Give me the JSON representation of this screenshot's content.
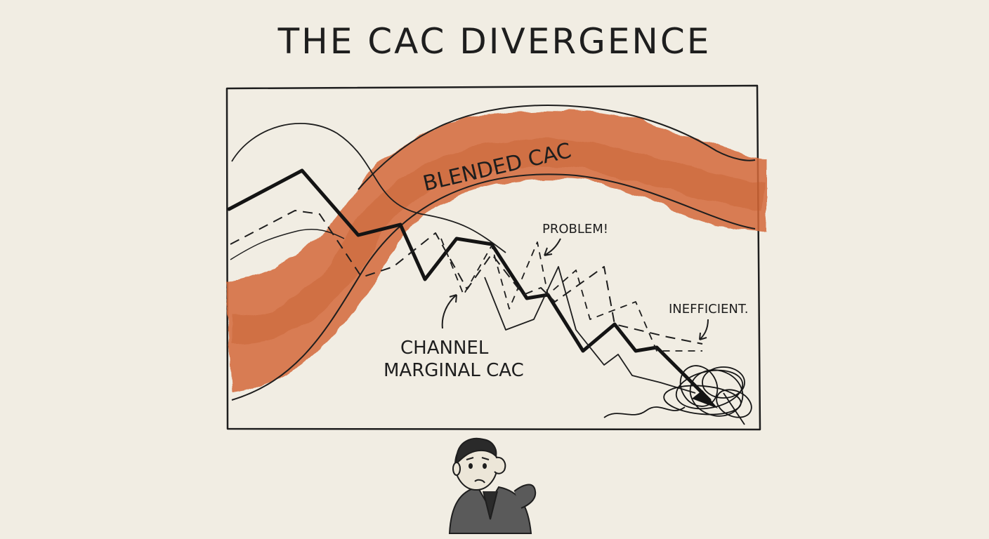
{
  "title": "THE CAC DIVERGENCE",
  "labels": {
    "blended": "BLENDED CAC",
    "problem": "PROBLEM!",
    "channel_line1": "CHANNEL",
    "channel_line2": "MARGINAL CAC",
    "inefficient": "INEFFICIENT."
  },
  "colors": {
    "paper": "#f1ede3",
    "ink": "#1e1e1e",
    "watercolor": "#d4693a"
  },
  "icons": {
    "person": "worried-businessman-icon"
  }
}
